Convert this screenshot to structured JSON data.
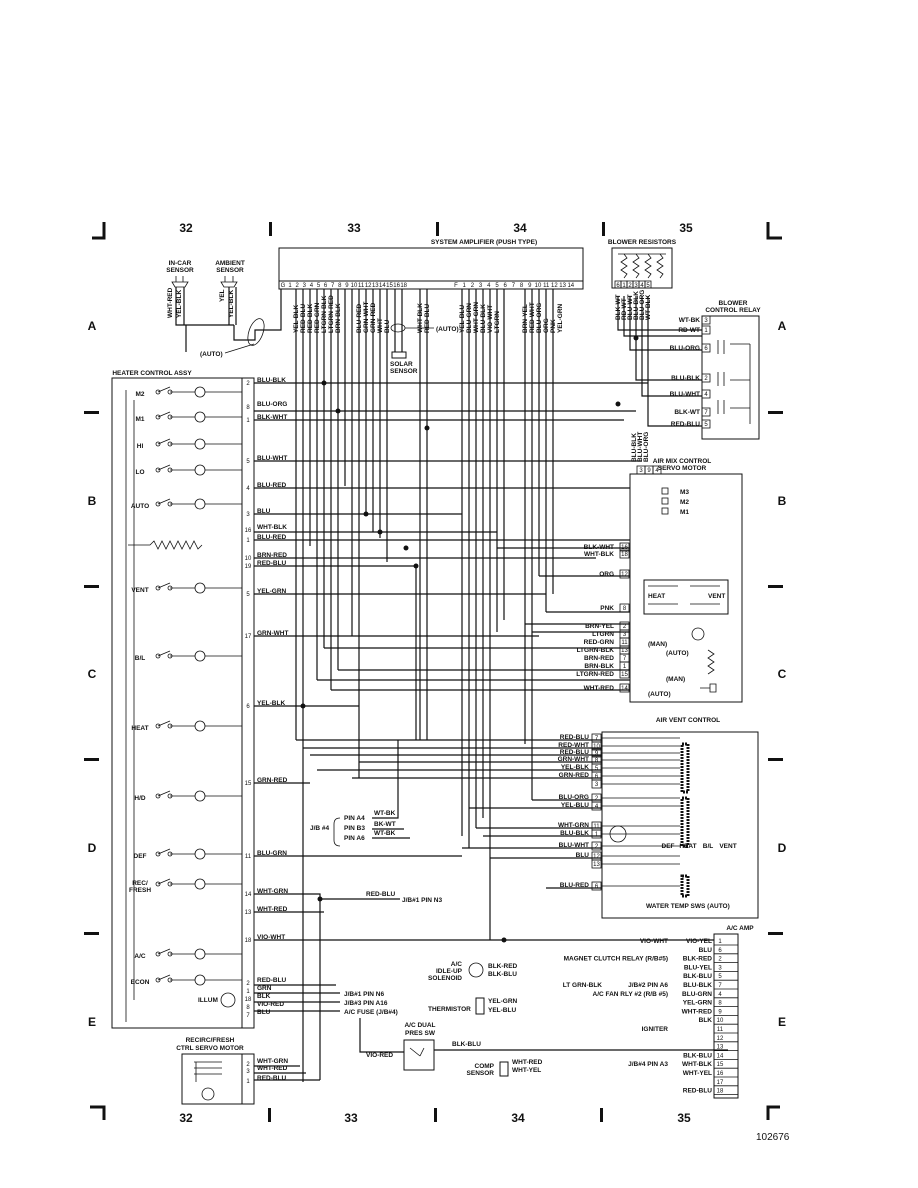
{
  "grid": {
    "columns_top": [
      "32",
      "33",
      "34",
      "35"
    ],
    "columns_bottom": [
      "32",
      "33",
      "34",
      "35"
    ],
    "rows_left": [
      "A",
      "B",
      "C",
      "D",
      "E"
    ],
    "rows_right": [
      "A",
      "B",
      "C",
      "D",
      "E"
    ]
  },
  "figure_number": "102676",
  "components": {
    "system_amplifier": "SYSTEM AMPLIFIER (PUSH TYPE)",
    "blower_resistors": "BLOWER RESISTORS",
    "blower_relay": [
      "BLOWER",
      "CONTROL RELAY"
    ],
    "in_car_sensor": [
      "IN-CAR",
      "SENSOR"
    ],
    "ambient_sensor": [
      "AMBIENT",
      "SENSOR"
    ],
    "solar_sensor": [
      "SOLAR",
      "SENSOR"
    ],
    "heater_control": "HEATER CONTROL ASSY",
    "air_mix": [
      "AIR MIX CONTROL",
      "SERVO MOTOR"
    ],
    "air_vent_control": "AIR VENT CONTROL",
    "ac_amp": "A/C AMP",
    "recirc": [
      "RECIRC/FRESH",
      "CTRL SERVO MOTOR"
    ],
    "ac_dual_press": [
      "A/C DUAL",
      "PRES SW"
    ],
    "idle_up": [
      "A/C",
      "IDLE-UP",
      "SOLENOID"
    ],
    "thermistor": "THERMISTOR",
    "comp_sensor": [
      "COMP",
      "SENSOR"
    ],
    "water_temp": "WATER TEMP SWS (AUTO)",
    "illum": "ILLUM"
  },
  "auto_labels": [
    "(AUTO)",
    "(AUTO)",
    "(AUTO)"
  ],
  "man_labels": [
    "(MAN)",
    "(MAN)"
  ],
  "auto_label_2": "(AUTO)",
  "amp_pins_left": [
    "G",
    "1",
    "2",
    "3",
    "4",
    "5",
    "6",
    "7",
    "8",
    "9",
    "10",
    "11",
    "12",
    "13",
    "14",
    "15",
    "16",
    "18"
  ],
  "amp_pins_right": [
    "F",
    "1",
    "2",
    "3",
    "4",
    "5",
    "6",
    "7",
    "8",
    "9",
    "10",
    "11",
    "12",
    "13",
    "14"
  ],
  "amp_wires_left": [
    "YEL-BLK",
    "RED-BLU",
    "RED-BLK",
    "RED-GRN",
    "LTGRN-BLK",
    "LTGRN-RED",
    "BRN-BLK",
    "BLU-RED",
    "GRN-WHT",
    "GRN-RED",
    "WHT",
    "BLU",
    "WHT-BLK",
    "RED-BLU"
  ],
  "amp_wires_right": [
    "YEL-BLU",
    "BLU-GRN",
    "WHT-GRN",
    "BLU-BLK",
    "VIO-WHT",
    "LTGRN",
    "BRN-YEL",
    "RED-WHT",
    "BLU-ORG",
    "ORG",
    "PNK",
    "YEL-GRN"
  ],
  "sensor_wires": [
    "WHT-RED",
    "YEL-BLK",
    "YEL",
    "YEL-BLK"
  ],
  "resistor_pins": [
    "6",
    "1",
    "2",
    "3",
    "4",
    "5"
  ],
  "resistor_wires": [
    "BLK-WT",
    "RD-WT",
    "BLU-WT",
    "BLU-BLK",
    "BLU-ORG",
    "WT-BLK"
  ],
  "relay_wires": [
    {
      "label": "WT-BK",
      "pin": "3"
    },
    {
      "label": "RD-WT",
      "pin": "1"
    },
    {
      "label": "BLU-ORG",
      "pin": "6"
    },
    {
      "label": "BLU-BLK",
      "pin": "2"
    },
    {
      "label": "BLU-WHT",
      "pin": "4"
    },
    {
      "label": "BLK-WT",
      "pin": "7"
    },
    {
      "label": "RED-BLU",
      "pin": "5"
    }
  ],
  "heater_switches": [
    "M2",
    "M1",
    "HI",
    "LO",
    "AUTO",
    "VENT",
    "B/L",
    "HEAT",
    "H/D",
    "DEF",
    "REC/\nFRESH",
    "A/C",
    "ECON"
  ],
  "hc_pins": [
    {
      "pin": "2",
      "wire": "BLU-BLK"
    },
    {
      "pin": "8",
      "wire": "BLU-ORG"
    },
    {
      "pin": "1",
      "wire": "BLK-WHT"
    },
    {
      "pin": "5",
      "wire": "BLU-WHT"
    },
    {
      "pin": "4",
      "wire": "BLU-RED"
    },
    {
      "pin": "3",
      "wire": "BLU"
    },
    {
      "pin": "16",
      "wire": "WHT-BLK"
    },
    {
      "pin": "1",
      "wire": "BLU-RED"
    },
    {
      "pin": "10",
      "wire": "BRN-RED"
    },
    {
      "pin": "19",
      "wire": "RED-BLU"
    },
    {
      "pin": "5",
      "wire": "YEL-GRN"
    },
    {
      "pin": "17",
      "wire": "GRN-WHT"
    },
    {
      "pin": "6",
      "wire": "YEL-BLK"
    },
    {
      "pin": "15",
      "wire": "GRN-RED"
    },
    {
      "pin": "11",
      "wire": "BLU-GRN"
    },
    {
      "pin": "14",
      "wire": "WHT-GRN"
    },
    {
      "pin": "13",
      "wire": "WHT-RED"
    },
    {
      "pin": "18",
      "wire": "VIO-WHT"
    },
    {
      "pin": "2",
      "wire": "RED-BLU"
    },
    {
      "pin": "1",
      "wire": "GRN"
    },
    {
      "pin": "18",
      "wire": "BLK"
    },
    {
      "pin": "8",
      "wire": "VIO-RED"
    },
    {
      "pin": "7",
      "wire": "BLU"
    }
  ],
  "airmix_pins": [
    "3",
    "9",
    "4"
  ],
  "airmix_wires": [
    "BLU-BLK",
    "BLU-WHT",
    "BLU-ORG"
  ],
  "airmix_modes": [
    "M3",
    "M2",
    "M1"
  ],
  "airmix_rows": [
    {
      "wire": "BLK-WHT",
      "pin": "16"
    },
    {
      "wire": "WHT-BLK",
      "pin": "18"
    },
    {
      "wire": "ORG",
      "pin": "12"
    },
    {
      "wire": "PNK",
      "pin": "8"
    },
    {
      "wire": "BRN-YEL",
      "pin": "2"
    },
    {
      "wire": "LTGRN",
      "pin": "3"
    },
    {
      "wire": "RED-GRN",
      "pin": "11"
    },
    {
      "wire": "LTGRN-BLK",
      "pin": "13"
    },
    {
      "wire": "BRN-RED",
      "pin": "7"
    },
    {
      "wire": "BRN-BLK",
      "pin": "1"
    },
    {
      "wire": "LTGRN-RED",
      "pin": "15"
    },
    {
      "wire": "WHT-RED",
      "pin": "14"
    }
  ],
  "heat_vent": [
    "HEAT",
    "VENT"
  ],
  "vent_rows": [
    {
      "wire": "RED-BLU",
      "pin": "7"
    },
    {
      "wire": "RED-WHT",
      "pin": "10"
    },
    {
      "wire": "RED-BLU",
      "pin": "9"
    },
    {
      "wire": "GRN-WHT",
      "pin": "8"
    },
    {
      "wire": "YEL-BLK",
      "pin": "5"
    },
    {
      "wire": "GRN-RED",
      "pin": "6"
    },
    {
      "wire": "",
      "pin": "3"
    },
    {
      "wire": "BLU-ORG",
      "pin": "2"
    },
    {
      "wire": "YEL-BLU",
      "pin": "4"
    },
    {
      "wire": "WHT-GRN",
      "pin": "11"
    },
    {
      "wire": "BLU-BLK",
      "pin": "1"
    },
    {
      "wire": "BLU-WHT",
      "pin": "2"
    },
    {
      "wire": "BLU",
      "pin": "12"
    },
    {
      "wire": "",
      "pin": "13"
    },
    {
      "wire": "BLU-RED",
      "pin": "6"
    }
  ],
  "vent_modes": [
    "DEF",
    "HEAT",
    "B/L",
    "VENT"
  ],
  "jb4": {
    "name": "J/B #4",
    "pins": [
      "PIN A4",
      "PIN B3",
      "PIN A6"
    ],
    "wires": [
      "WT-BK",
      "BK-WT",
      "WT-BK"
    ]
  },
  "jb1_n3": {
    "wire": "RED-BLU",
    "text": "J/B#1 PIN N3"
  },
  "recirc_pins": [
    {
      "pin": "2",
      "wire": "WHT-GRN"
    },
    {
      "pin": "3",
      "wire": "WHT-RED"
    },
    {
      "pin": "1",
      "wire": "RED-BLU"
    }
  ],
  "bottom_refs": [
    "J/B#1 PIN N6",
    "J/B#3 PIN A16",
    "A/C FUSE (J/B#4)"
  ],
  "vio_red": "VIO-RED",
  "blk_blu": "BLK-BLU",
  "solenoid_wires": [
    "BLK-RED",
    "BLK-BLU"
  ],
  "thermistor_wires": [
    "YEL-GRN",
    "YEL-BLU"
  ],
  "comp_wires": [
    "WHT-RED",
    "WHT-YEL"
  ],
  "acamp_pins": [
    "1",
    "6",
    "2",
    "3",
    "5",
    "7",
    "4",
    "8",
    "9",
    "10",
    "11",
    "12",
    "13",
    "14",
    "15",
    "16",
    "17",
    "18"
  ],
  "acamp_wires": [
    "VIO-YEL",
    "BLU",
    "BLK-RED",
    "BLU-YEL",
    "BLK-BLU",
    "BLU-BLK",
    "BLU-GRN",
    "YEL-GRN",
    "WHT-RED",
    "BLK",
    "",
    "",
    "",
    "BLK-BLU",
    "WHT-BLK",
    "WHT-YEL",
    "",
    "RED-BLU"
  ],
  "acamp_sources": [
    {
      "text": "VIO-WHT",
      "row": 0
    },
    {
      "text": "MAGNET CLUTCH RELAY (R/B#5)",
      "row": 2
    },
    {
      "text": "J/B#2 PIN A6",
      "row": 5
    },
    {
      "text": "LT GRN-BLK",
      "row": 5
    },
    {
      "text": "A/C FAN RLY #2 (R/B #5)",
      "row": 6
    },
    {
      "text": "IGNITER",
      "row": 10
    },
    {
      "text": "J/B#4 PIN A3",
      "row": 14
    }
  ]
}
